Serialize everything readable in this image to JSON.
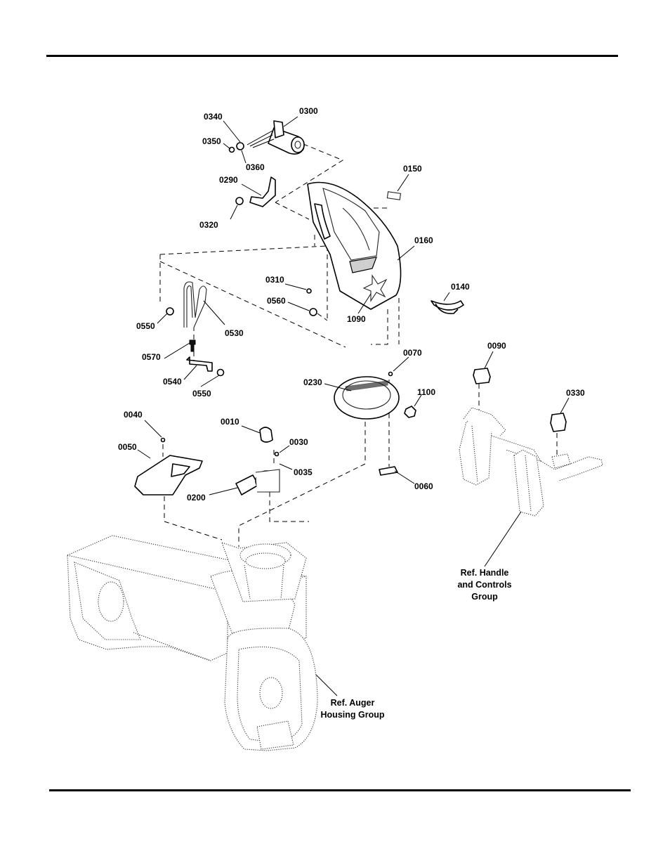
{
  "diagram": {
    "part_labels": [
      "0340",
      "0300",
      "0350",
      "0360",
      "0290",
      "0320",
      "0150",
      "0160",
      "0310",
      "0560",
      "1090",
      "0140",
      "0550",
      "0530",
      "0570",
      "0540",
      "0550",
      "0070",
      "0090",
      "0230",
      "1100",
      "0330",
      "0040",
      "0010",
      "0030",
      "0035",
      "0050",
      "0200",
      "0060"
    ],
    "reference_notes": [
      [
        "Ref. Handle",
        "and Controls",
        "Group"
      ],
      [
        "Ref. Auger",
        "Housing Group"
      ]
    ]
  }
}
